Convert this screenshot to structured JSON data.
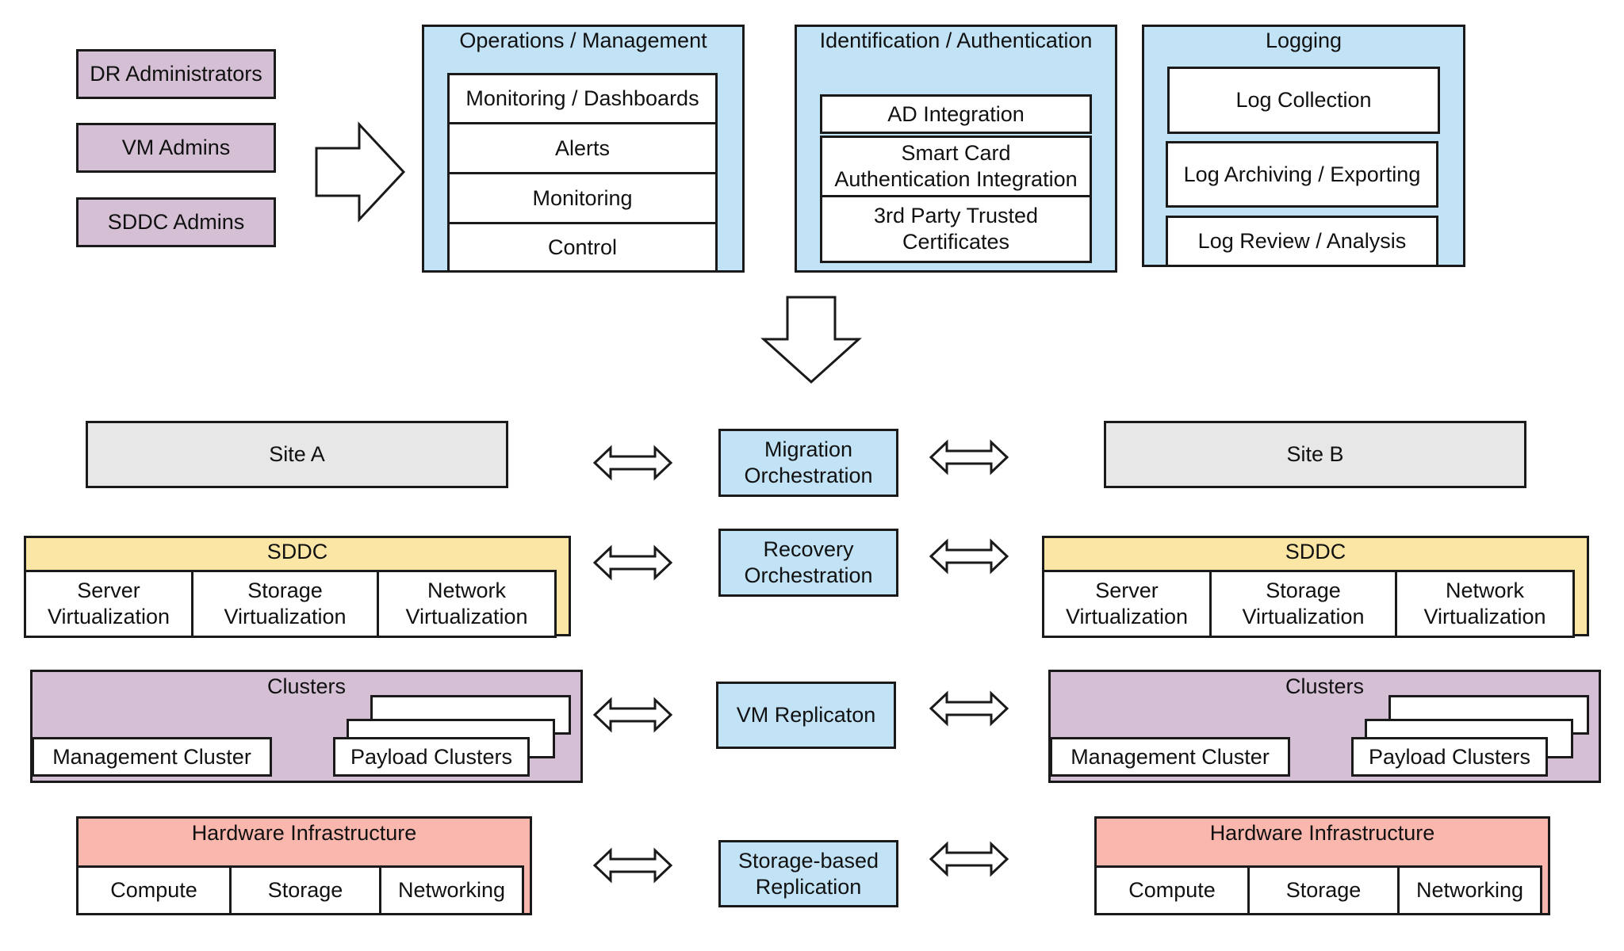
{
  "roles": [
    "DR Administrators",
    "VM Admins",
    "SDDC Admins"
  ],
  "operations": {
    "title": "Operations / Management",
    "items": [
      "Monitoring  / Dashboards",
      "Alerts",
      "Monitoring",
      "Control"
    ]
  },
  "identification": {
    "title": "Identification / Authentication",
    "items": [
      "AD Integration",
      "Smart Card\nAuthentication Integration",
      "3rd Party Trusted\nCertificates"
    ]
  },
  "logging": {
    "title": "Logging",
    "items": [
      "Log Collection",
      "Log Archiving / Exporting",
      "Log Review / Analysis"
    ]
  },
  "sites": {
    "site_a": "Site A",
    "site_b": "Site B",
    "sddc_title": "SDDC",
    "sddc_items": [
      "Server\nVirtualization",
      "Storage\nVirtualization",
      "Network\nVirtualization"
    ],
    "clusters_title": "Clusters",
    "management_cluster": "Management Cluster",
    "payload_clusters": "Payload Clusters",
    "hardware_title": "Hardware Infrastructure",
    "hardware_items": [
      "Compute",
      "Storage",
      "Networking"
    ]
  },
  "services": [
    "Migration\nOrchestration",
    "Recovery\nOrchestration",
    "VM Replicaton",
    "Storage-based\nReplication"
  ],
  "colors": {
    "purple": "#d4bfd4",
    "blue": "#c2e3f6",
    "grey": "#e7e7e7",
    "yellow": "#fbe6a5",
    "pink": "#f9b7ae"
  }
}
